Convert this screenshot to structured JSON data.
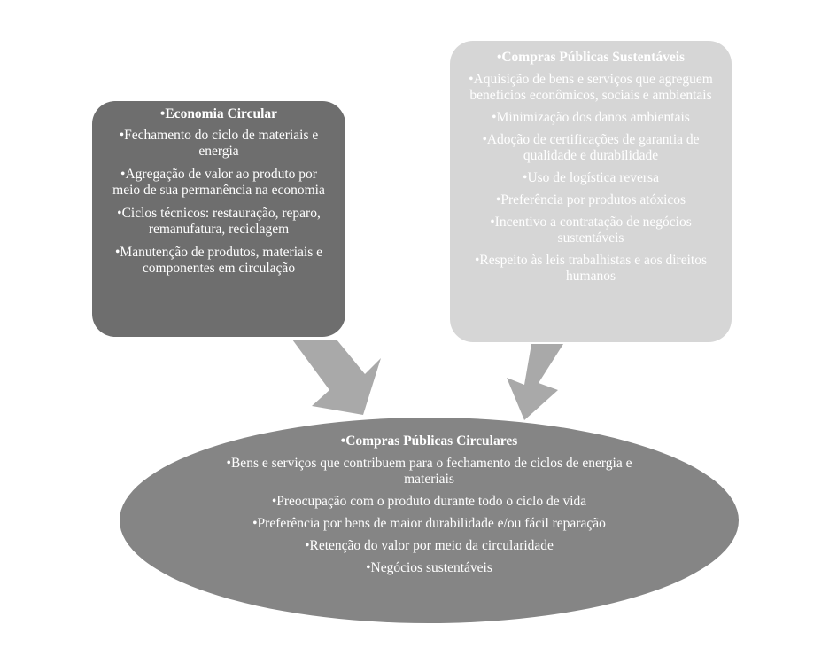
{
  "economia_circular": {
    "title": "•Economia Circular",
    "items": [
      "•Fechamento do ciclo de materiais e energia",
      "•Agregação de valor ao produto por meio de sua permanência na economia",
      "•Ciclos técnicos: restauração, reparo, remanufatura, reciclagem",
      "•Manutenção de produtos, materiais e componentes em circulação"
    ]
  },
  "compras_sustentaveis": {
    "title": "•Compras Públicas Sustentáveis",
    "items": [
      "•Aquisição de bens e serviços que agreguem benefícios econômicos, sociais e ambientais",
      "•Minimização dos danos ambientais",
      "•Adoção de certificações de garantia de qualidade e durabilidade",
      "•Uso de logística reversa",
      "•Preferência por produtos atóxicos",
      "•Incentivo a contratação de negócios sustentáveis",
      "•Respeito às leis trabalhistas e aos direitos humanos"
    ]
  },
  "compras_circulares": {
    "title": "•Compras Públicas Circulares",
    "items": [
      "•Bens e serviços que contribuem para o fechamento de ciclos de energia e materiais",
      "•Preocupação com o produto durante todo o ciclo de vida",
      "•Preferência por bens de maior durabilidade e/ou fácil reparação",
      "•Retenção do valor por meio da circularidade",
      "•Negócios sustentáveis"
    ]
  },
  "colors": {
    "left_box": "#6e6e6e",
    "right_box": "#d6d6d6",
    "ellipse": "#858585",
    "arrow": "#a9a9a9",
    "text": "#ffffff"
  }
}
